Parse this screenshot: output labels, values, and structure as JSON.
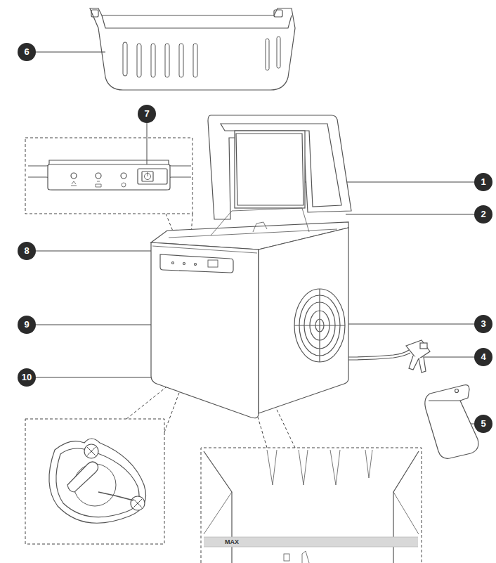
{
  "diagram": {
    "labels": [
      "6",
      "7",
      "1",
      "2",
      "8",
      "9",
      "3",
      "4",
      "10",
      "5",
      "MAX"
    ]
  }
}
